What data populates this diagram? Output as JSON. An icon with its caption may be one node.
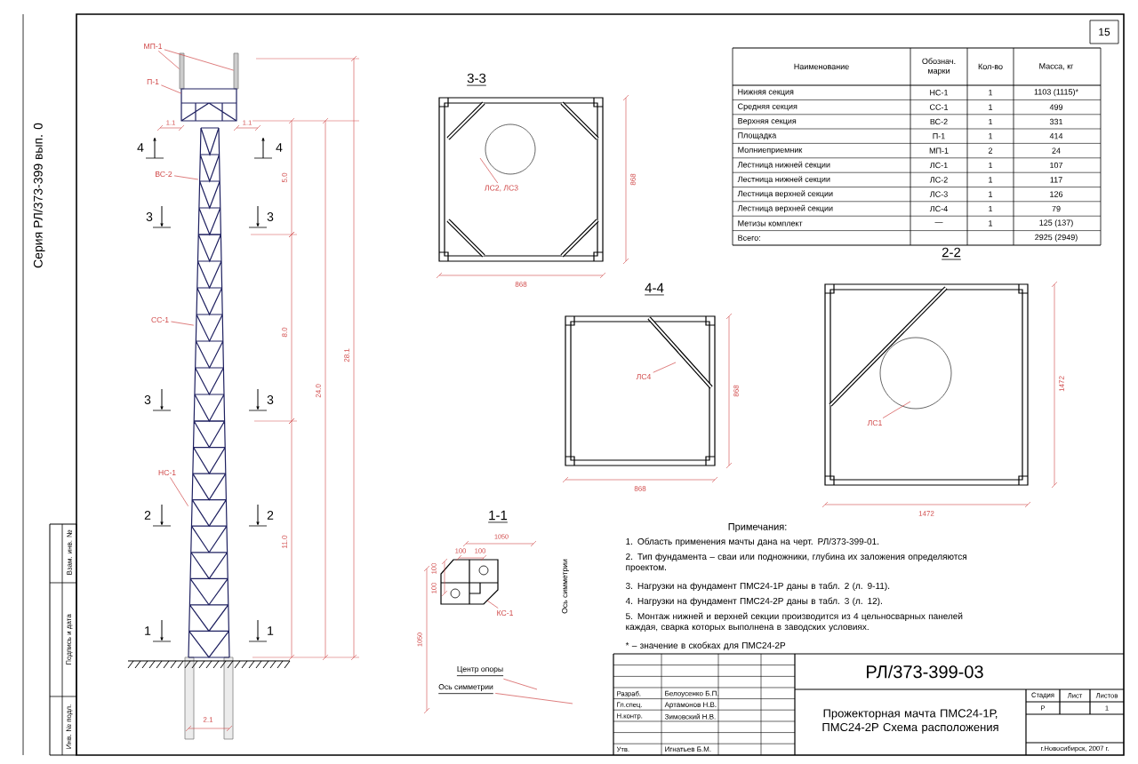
{
  "diagram": {
    "nodes": [
      {
        "text": [
          "МП-1"
        ]
      },
      {
        "text": [
          "П-1"
        ]
      },
      {
        "text": [
          "ВС-2"
        ]
      },
      {
        "text": [
          "СС-1"
        ]
      },
      {
        "text": [
          "НС-1"
        ]
      },
      {
        "text": [
          "ЛС2, ЛС3"
        ]
      },
      {
        "text": [
          "ЛС4"
        ]
      },
      {
        "text": [
          "ЛС1"
        ]
      },
      {
        "text": [
          "КС-1"
        ]
      },
      {
        "text": [
          "Центр опоры"
        ]
      },
      {
        "text": [
          "Ось симметрии"
        ]
      },
      {
        "text": [],
        "shape": "bar"
      },
      {
        "text": [],
        "shape": "bar"
      },
      {
        "text": [],
        "shape": "box"
      },
      {
        "text": [],
        "shape": "picture"
      },
      {
        "text": [],
        "shape": "picture"
      },
      {
        "text": [],
        "shape": "picture"
      }
    ],
    "edges": [
      {
        "from": 0,
        "to": 11,
        "arrow": "none"
      },
      {
        "from": 0,
        "to": 12,
        "arrow": "none"
      },
      {
        "from": 1,
        "to": 13,
        "arrow": "none"
      },
      {
        "from": 2,
        "to": 14,
        "arrow": "none"
      },
      {
        "from": 3,
        "to": 15,
        "arrow": "none"
      },
      {
        "from": 4,
        "to": 16,
        "arrow": "none"
      },
      {
        "from": 5,
        "to": null,
        "arrow": "none"
      },
      {
        "from": 6,
        "to": null,
        "arrow": "none"
      },
      {
        "from": 7,
        "to": null,
        "arrow": "none"
      },
      {
        "from": 8,
        "to": null,
        "arrow": "none"
      },
      {
        "from": 9,
        "to": null,
        "arrow": "none"
      },
      {
        "from": 10,
        "to": null,
        "arrow": "none"
      }
    ],
    "labels": [
      "Серия РЛ/373-399 вып. 0",
      "Взам. инв. №",
      "Подпись и дата",
      "Инв. № подл.",
      "15",
      "Наименование",
      "Обознач. марки",
      "Кол-во",
      "Масса, кг",
      "Нижняя секция",
      "НС-1",
      "1",
      "1103 (1115)*",
      "Средняя секция",
      "СС-1",
      "1",
      "499",
      "Верхняя секция",
      "ВС-2",
      "1",
      "331",
      "Площадка",
      "П-1",
      "1",
      "414",
      "Молниеприемник",
      "МП-1",
      "2",
      "24",
      "Лестница нижней секции",
      "ЛС-1",
      "1",
      "107",
      "Лестница нижней секции",
      "ЛС-2",
      "1",
      "117",
      "Лестница верхней секции",
      "ЛС-3",
      "1",
      "126",
      "Лестница верхней секции",
      "ЛС-4",
      "1",
      "79",
      "Метизы комплект",
      "—",
      "1",
      "125 (137)",
      "Всего:",
      "2925 (2949)",
      "4",
      "4",
      "1.1",
      "1.1",
      "3",
      "3",
      "3",
      "3",
      "2",
      "2",
      "1",
      "1",
      "5.0",
      "8.0",
      "11.0",
      "24.0",
      "28.1",
      "2.1",
      "3-3",
      "868",
      "868",
      "4-4",
      "868",
      "868",
      "2-2",
      "1472",
      "1472",
      "1-1",
      "1050",
      "100",
      "100",
      "100",
      "100",
      "1050",
      "Ось симметрии",
      "Примечания:",
      "1. Область применения мачты дана на черт. РЛ/373-399-01.",
      "2. Тип фундамента – сваи или подножники, глубина их заложения определяются проектом.",
      "3. Нагрузки на фундамент ПМС24-1Р даны в табл. 2 (л. 9-11).",
      "4. Нагрузки на фундамент ПМС24-2Р даны в табл. 3 (л. 12).",
      "5. Монтаж нижней и верхней секции производится из 4 цельносварных панелей каждая, сварка которых выполнена в заводских условиях.",
      "* – значение в скобках для ПМС24-2Р",
      "РЛ/373-399-03",
      "Разраб.",
      "Белоусенко Б.П.",
      "Гл.спец.",
      "Артамонов Н.В.",
      "Н.контр.",
      "Зимовский Н.В.",
      "Утв.",
      "Игнатьев Б.М.",
      "Прожекторная мачта ПМС24-1Р, ПМС24-2Р Схема расположения",
      "Стадия",
      "Лист",
      "Листов",
      "Р",
      "1",
      "г.Новосибирск, 2007 г."
    ]
  }
}
